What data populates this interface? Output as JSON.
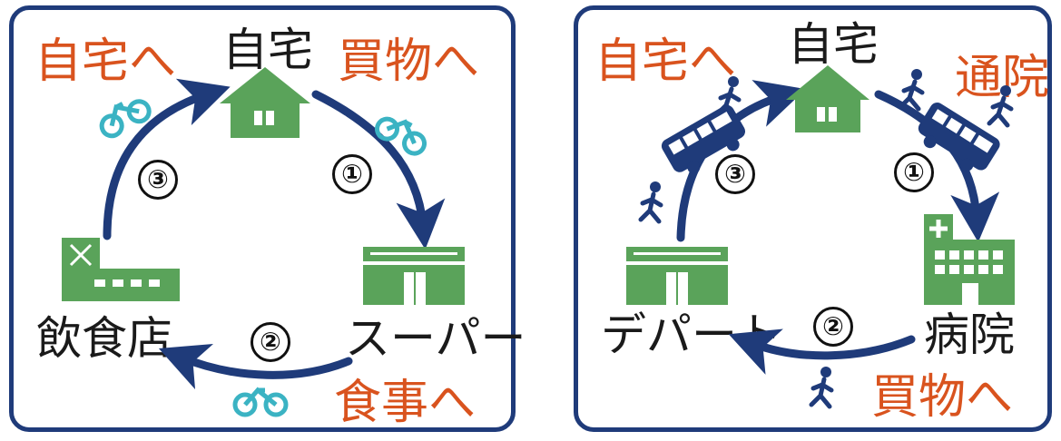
{
  "left": {
    "nodes": {
      "home": "自宅",
      "supermarket": "スーパー",
      "restaurant": "飲食店"
    },
    "destinations": {
      "to_home": "自宅へ",
      "to_shopping": "買物へ",
      "to_meal": "食事へ"
    },
    "steps": [
      "①",
      "②",
      "③"
    ],
    "transport": "bicycle"
  },
  "right": {
    "nodes": {
      "home": "自宅",
      "hospital": "病院",
      "department_store": "デパート"
    },
    "destinations": {
      "to_home": "自宅へ",
      "to_hospital": "通院",
      "to_shopping": "買物へ"
    },
    "steps": [
      "①",
      "②",
      "③"
    ],
    "transport": [
      "bus",
      "walking"
    ]
  },
  "colors": {
    "frame": "#1f3b7a",
    "arrow": "#1f3b7a",
    "icon_green": "#5aa35a",
    "destination_text": "#d9531e",
    "bicycle": "#3bb3c3"
  }
}
